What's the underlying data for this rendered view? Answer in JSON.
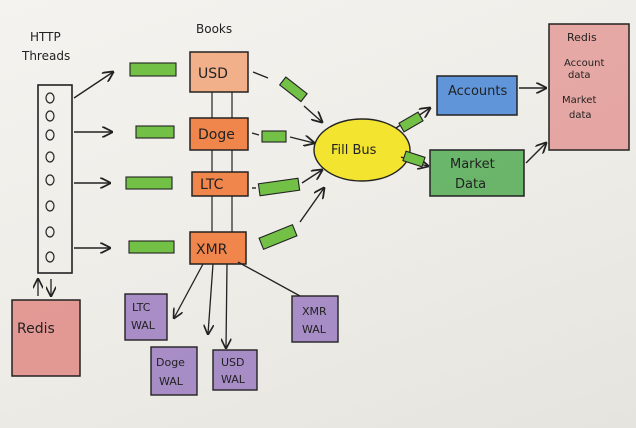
{
  "labels": {
    "http_line1": "HTTP",
    "http_line2": "Threads",
    "books_title": "Books",
    "usd": "USD",
    "doge": "Doge",
    "ltc": "LTC",
    "xmr": "XMR",
    "fill_bus": "Fill Bus",
    "accounts": "Accounts",
    "market_data_line1": "Market",
    "market_data_line2": "Data",
    "redis_right": "Redis",
    "redis_right_line2": "Account",
    "redis_right_line3": "data",
    "redis_right_line4": "Market",
    "redis_right_line5": "data",
    "redis_left": "Redis",
    "ltc_wal_line1": "LTC",
    "ltc_wal_line2": "WAL",
    "doge_wal_line1": "Doge",
    "doge_wal_line2": "WAL",
    "usd_wal_line1": "USD",
    "usd_wal_line2": "WAL",
    "xmr_wal_line1": "XMR",
    "xmr_wal_line2": "WAL"
  },
  "colors": {
    "book_fill": "#f07a3a",
    "queue_fill": "#72c046",
    "bus_fill": "#f3e21c",
    "accounts_fill": "#3d7ed6",
    "market_fill": "#48a84a",
    "redis_fill": "#d9534f",
    "wal_fill": "#7a4fb0",
    "ink": "#222222"
  }
}
